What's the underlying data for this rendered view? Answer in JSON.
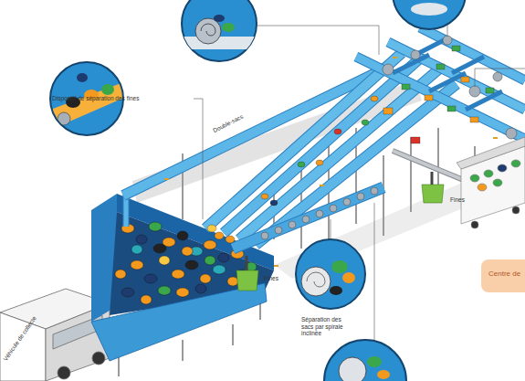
{
  "diagram": {
    "nodes": [
      {
        "text": [
          "Centre de"
        ]
      }
    ],
    "labels": [
      "Dispositif de séparation des fines",
      "Double-sacs",
      "Fines",
      "Fines",
      "Séparation des sacs par spirale inclinée",
      "Véhicule de collecte"
    ]
  }
}
